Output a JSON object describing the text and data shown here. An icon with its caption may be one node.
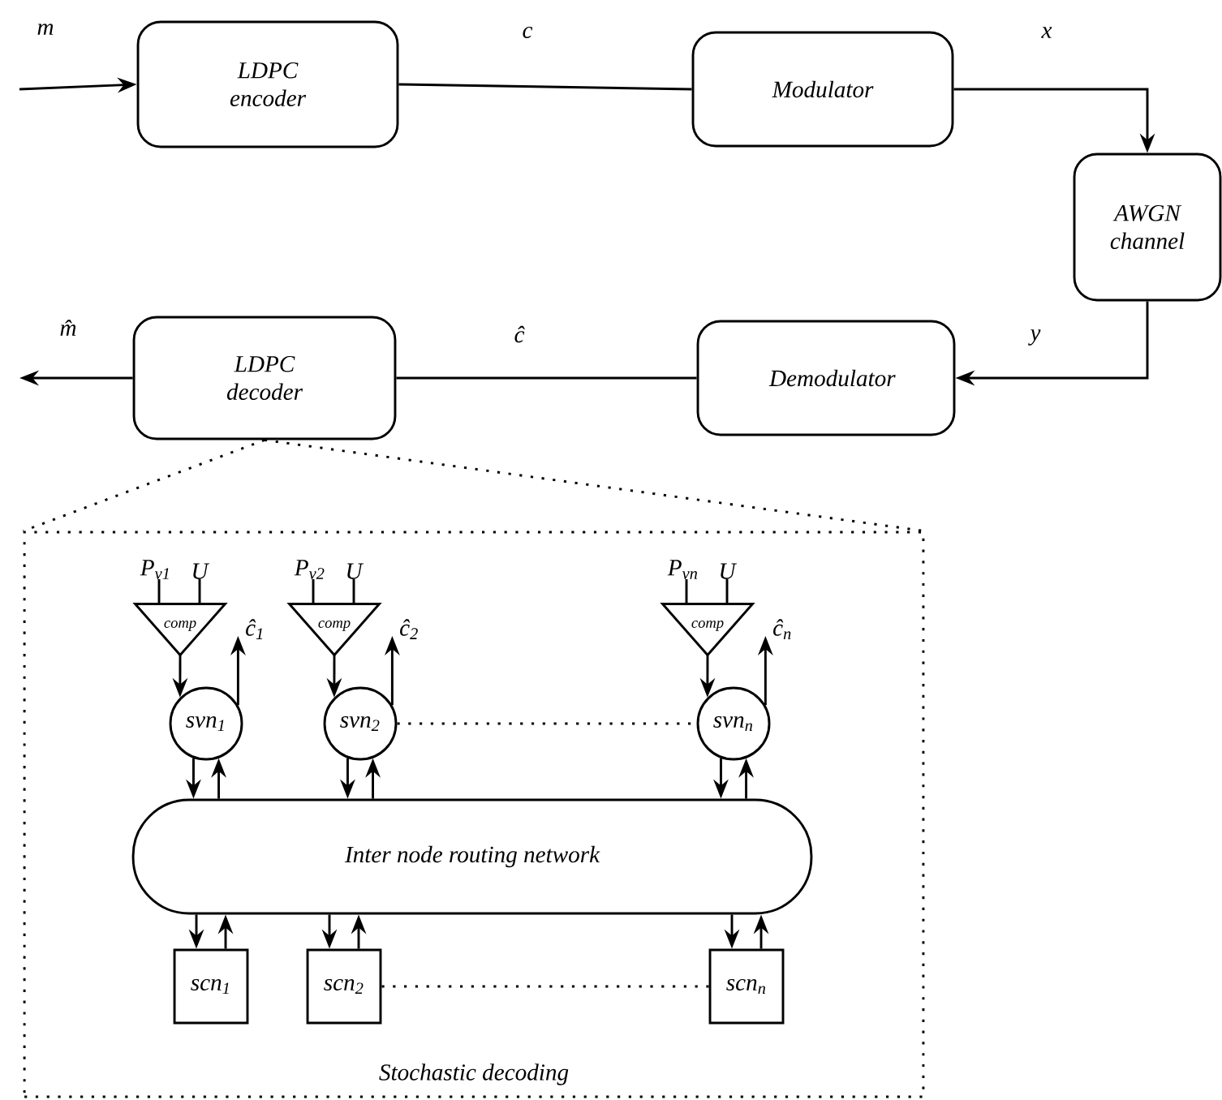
{
  "diagram": {
    "nodes": [
      {
        "text": [
          "LDPC encoder"
        ]
      },
      {
        "text": [
          "Modulator"
        ]
      },
      {
        "text": [
          "AWGN channel"
        ]
      },
      {
        "text": [
          "Demodulator"
        ]
      },
      {
        "text": [
          "LDPC decoder"
        ]
      },
      {
        "text": [
          "Stochastic decoding"
        ]
      },
      {
        "text": [
          "comp"
        ],
        "in": 5
      },
      {
        "text": [
          "comp"
        ],
        "in": 5
      },
      {
        "text": [
          "comp"
        ],
        "in": 5
      },
      {
        "text": [
          "svn$_{1}$"
        ],
        "in": 5
      },
      {
        "text": [
          "svn$_{2}$"
        ],
        "in": 5
      },
      {
        "text": [
          "svn$_{n}$"
        ],
        "in": 5
      },
      {
        "text": [
          "Inter node routing network"
        ],
        "in": 5
      },
      {
        "text": [
          "scn$_{1}$"
        ],
        "in": 5
      },
      {
        "text": [
          "scn$_{2}$"
        ],
        "in": 5
      },
      {
        "text": [
          "scn$_{n}$"
        ],
        "in": 5
      }
    ],
    "edges": [
      {
        "from": null,
        "to": 0,
        "arrow": "to",
        "label": "m"
      },
      {
        "from": 0,
        "to": 1,
        "arrow": "none",
        "label": "c"
      },
      {
        "from": 1,
        "to": 2,
        "arrow": "to",
        "label": "x"
      },
      {
        "from": 2,
        "to": 3,
        "arrow": "to",
        "label": "y"
      },
      {
        "from": 3,
        "to": 4,
        "arrow": "none",
        "label": "ĉ"
      },
      {
        "from": 4,
        "to": null,
        "arrow": "to",
        "label": "m̂"
      },
      {
        "from": 4,
        "to": 5,
        "arrow": "none",
        "style": "dashed"
      },
      {
        "from": 4,
        "to": 5,
        "arrow": "none",
        "style": "dashed"
      },
      {
        "from": null,
        "to": 6,
        "arrow": "none",
        "label": "P$_{v1}$"
      },
      {
        "from": null,
        "to": 6,
        "arrow": "none",
        "label": "U"
      },
      {
        "from": 6,
        "to": 9,
        "arrow": "to"
      },
      {
        "from": 9,
        "to": null,
        "arrow": "to",
        "label": "ĉ$_{1}$"
      },
      {
        "from": 9,
        "to": 12,
        "arrow": "to"
      },
      {
        "from": 12,
        "to": 9,
        "arrow": "to"
      },
      {
        "from": 12,
        "to": 13,
        "arrow": "to"
      },
      {
        "from": 13,
        "to": 12,
        "arrow": "to"
      },
      {
        "from": null,
        "to": 7,
        "arrow": "none",
        "label": "P$_{v2}$"
      },
      {
        "from": null,
        "to": 7,
        "arrow": "none",
        "label": "U"
      },
      {
        "from": 7,
        "to": 10,
        "arrow": "to"
      },
      {
        "from": 10,
        "to": null,
        "arrow": "to",
        "label": "ĉ$_{2}$"
      },
      {
        "from": 10,
        "to": 12,
        "arrow": "to"
      },
      {
        "from": 12,
        "to": 10,
        "arrow": "to"
      },
      {
        "from": 12,
        "to": 14,
        "arrow": "to"
      },
      {
        "from": 14,
        "to": 12,
        "arrow": "to"
      },
      {
        "from": null,
        "to": 8,
        "arrow": "none",
        "label": "P$_{vn}$"
      },
      {
        "from": null,
        "to": 8,
        "arrow": "none",
        "label": "U"
      },
      {
        "from": 8,
        "to": 11,
        "arrow": "to"
      },
      {
        "from": 11,
        "to": null,
        "arrow": "to",
        "label": "ĉ$_{n}$"
      },
      {
        "from": 11,
        "to": 12,
        "arrow": "to"
      },
      {
        "from": 12,
        "to": 11,
        "arrow": "to"
      },
      {
        "from": 12,
        "to": 15,
        "arrow": "to"
      },
      {
        "from": 15,
        "to": 12,
        "arrow": "to"
      },
      {
        "from": 10,
        "to": 11,
        "arrow": "none",
        "style": "dashed"
      },
      {
        "from": 14,
        "to": 15,
        "arrow": "none",
        "style": "dashed"
      }
    ]
  }
}
